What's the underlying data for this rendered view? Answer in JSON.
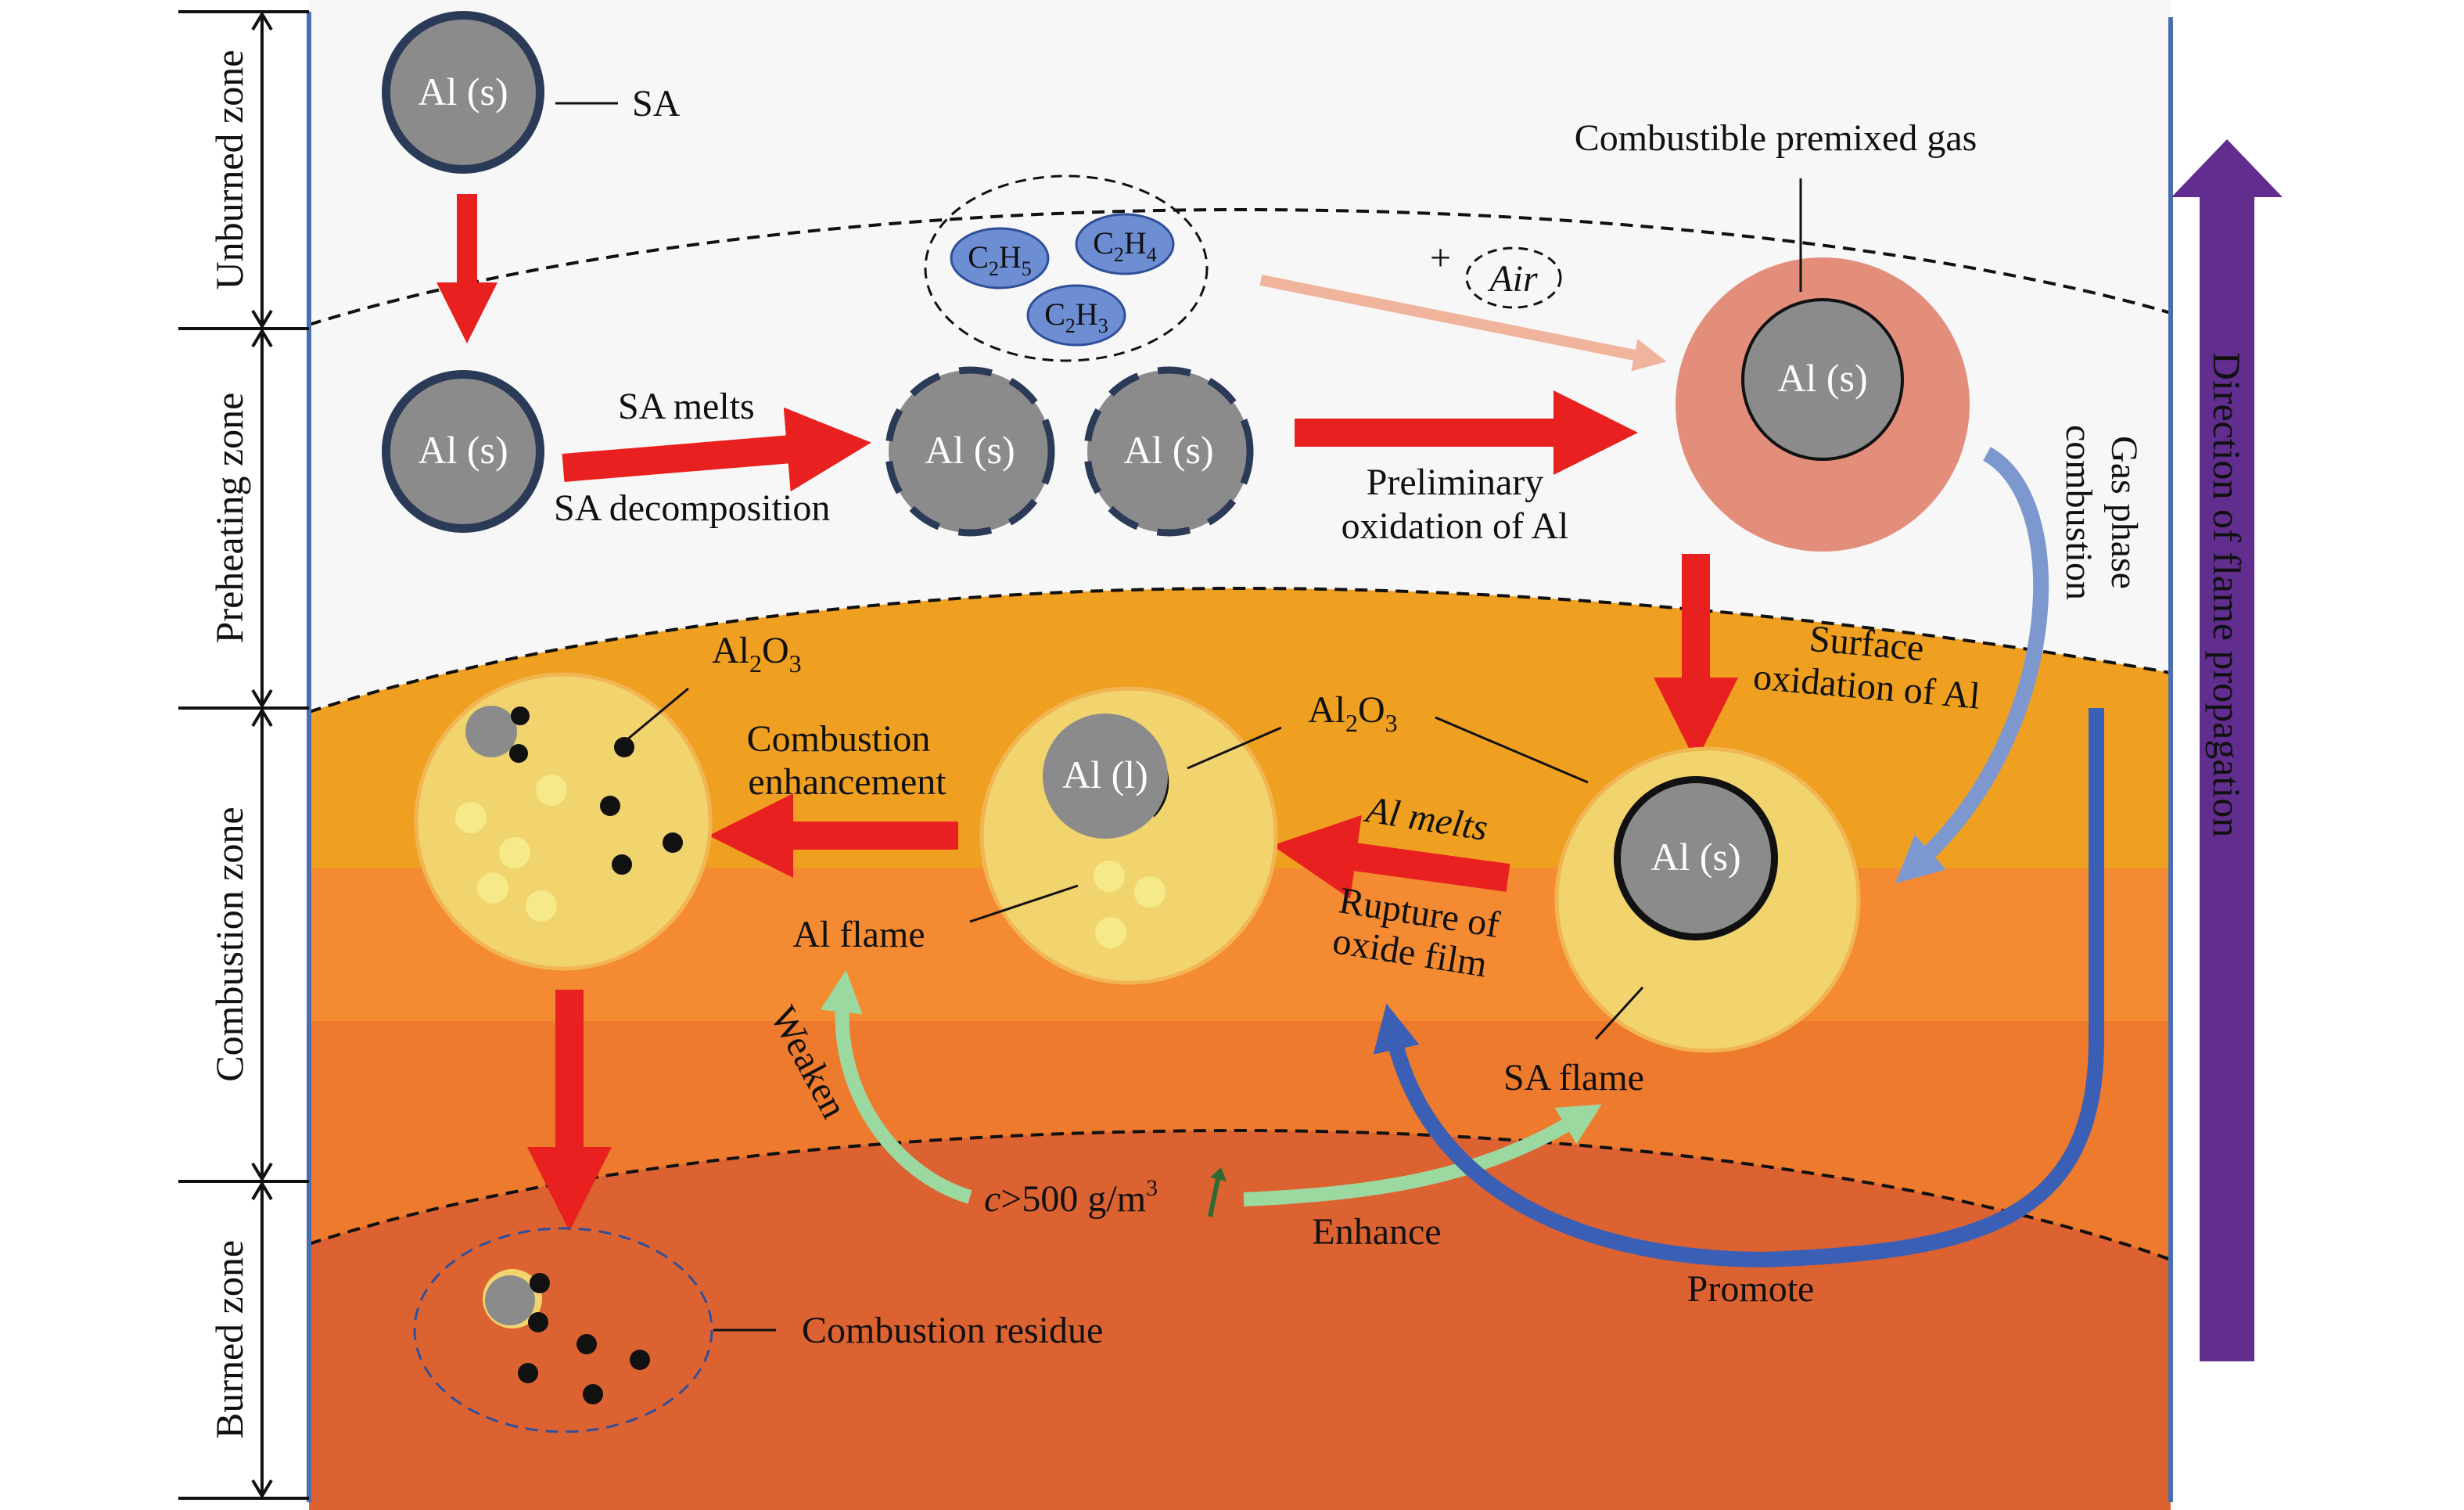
{
  "zones": {
    "unburned": "Unburned zone",
    "preheating": "Preheating zone",
    "combustion": "Combustion zone",
    "burned": "Burned zone"
  },
  "direction": "Direction of flame propagation",
  "particles": {
    "al_solid": "Al (s)",
    "al_liquid": "Al (l)"
  },
  "labels": {
    "sa": "SA",
    "sa_melts": "SA melts",
    "sa_decomposition": "SA decomposition",
    "preliminary_line1": "Preliminary",
    "preliminary_line2": "oxidation of Al",
    "combustible_premixed_gas": "Combustible premixed gas",
    "plus": "+",
    "air": "Air",
    "gas_phase_line1": "Gas phase",
    "gas_phase_line2": "combustion",
    "surface_line1": "Surface",
    "surface_line2": "oxidation of Al",
    "al_melts": "Al melts",
    "rupture_line1": "Rupture of",
    "rupture_line2": "oxide film",
    "sa_flame": "SA flame",
    "al_flame": "Al flame",
    "combustion_line1": "Combustion",
    "combustion_line2": "enhancement",
    "weaken": "Weaken",
    "enhance": "Enhance",
    "promote": "Promote",
    "combustion_residue": "Combustion residue",
    "concentration_var": "c",
    "concentration_rest": ">500 g/m",
    "concentration_sup": "3"
  },
  "molecules": [
    {
      "el1": "C",
      "n1": "2",
      "el2": "H",
      "n2": "5"
    },
    {
      "el1": "C",
      "n1": "2",
      "el2": "H",
      "n2": "4"
    },
    {
      "el1": "C",
      "n1": "2",
      "el2": "H",
      "n2": "3"
    }
  ],
  "oxide": {
    "el1": "Al",
    "n1": "2",
    "el2": "O",
    "n2": "3"
  },
  "colors": {
    "red_arrow": "#e8201f",
    "purple_arrow": "#612d8e",
    "blue_arrow": "#3a5fb5",
    "green_arrow": "#9cd9a0",
    "particle_gray": "#8b8b8b",
    "particle_edge": "#2b3a57",
    "flame_yellow": "#f1d46d",
    "gas_pink": "#e38e7b",
    "band_1": "#efa021",
    "band_2": "#f48a32",
    "band_3": "#ee7a2d",
    "band_4": "#dd6232"
  }
}
